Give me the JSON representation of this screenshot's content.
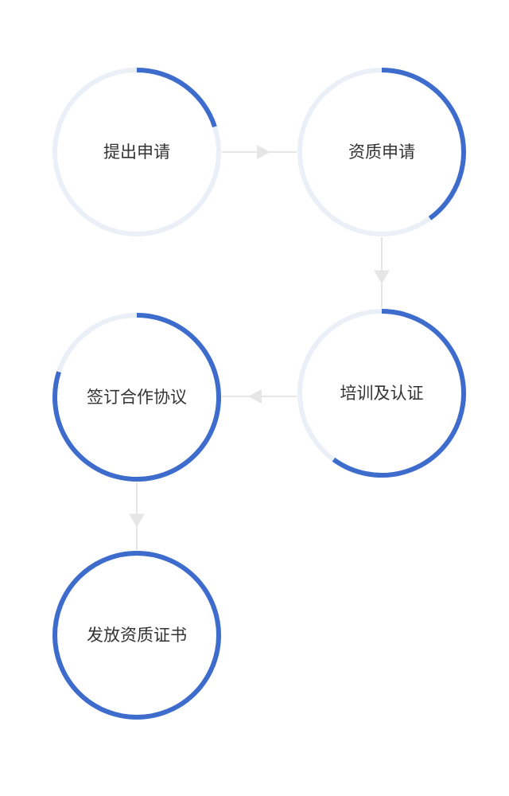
{
  "diagram": {
    "type": "process-flow",
    "colors": {
      "track": "#ebf0f8",
      "progress": "#3d6ccc",
      "connector": "#e6e6e6",
      "arrow": "#e6e6e6",
      "text": "#333333"
    },
    "steps": [
      {
        "id": "step-1",
        "label": "提出申请",
        "progress": 0.2
      },
      {
        "id": "step-2",
        "label": "资质申请",
        "progress": 0.4
      },
      {
        "id": "step-3",
        "label": "培训及认证",
        "progress": 0.6
      },
      {
        "id": "step-4",
        "label": "签订合作协议",
        "progress": 0.8
      },
      {
        "id": "step-5",
        "label": "发放资质证书",
        "progress": 1.0
      }
    ],
    "connectors": [
      {
        "from": "step-1",
        "to": "step-2",
        "direction": "right"
      },
      {
        "from": "step-2",
        "to": "step-3",
        "direction": "down"
      },
      {
        "from": "step-3",
        "to": "step-4",
        "direction": "left"
      },
      {
        "from": "step-4",
        "to": "step-5",
        "direction": "down"
      }
    ]
  }
}
